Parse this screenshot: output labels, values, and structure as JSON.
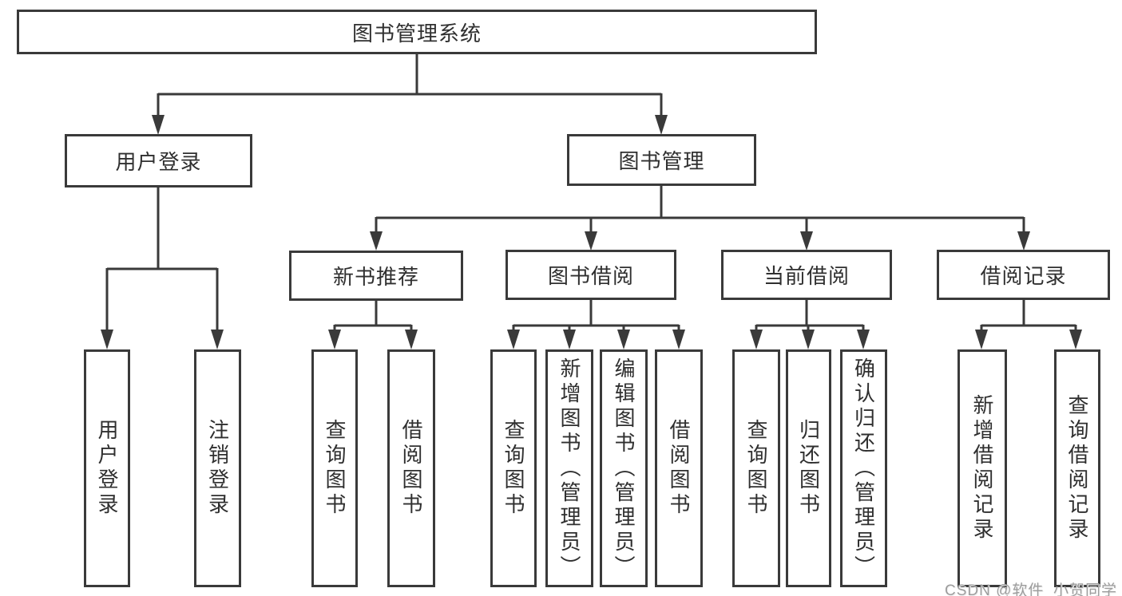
{
  "colors": {
    "line": "#3a3a3a",
    "box_border": "#3a3a3a",
    "text": "#2f2f2f",
    "watermark": "#9d9d9d",
    "background": "#ffffff"
  },
  "diagram": {
    "root": {
      "label": "图书管理系统"
    },
    "branches": [
      {
        "label": "用户登录",
        "children": [
          {
            "label": "用户登录"
          },
          {
            "label": "注销登录"
          }
        ]
      },
      {
        "label": "图书管理",
        "children": [
          {
            "label": "新书推荐",
            "children": [
              {
                "label": "查询图书"
              },
              {
                "label": "借阅图书"
              }
            ]
          },
          {
            "label": "图书借阅",
            "children": [
              {
                "label": "查询图书"
              },
              {
                "label": "新增图书（管理员）"
              },
              {
                "label": "编辑图书（管理员）"
              },
              {
                "label": "借阅图书"
              }
            ]
          },
          {
            "label": "当前借阅",
            "children": [
              {
                "label": "查询图书"
              },
              {
                "label": "归还图书"
              },
              {
                "label": "确认归还（管理员）"
              }
            ]
          },
          {
            "label": "借阅记录",
            "children": [
              {
                "label": "新增借阅记录"
              },
              {
                "label": "查询借阅记录"
              }
            ]
          }
        ]
      }
    ]
  },
  "watermark": {
    "text": "CSDN @软件_小贺同学"
  }
}
